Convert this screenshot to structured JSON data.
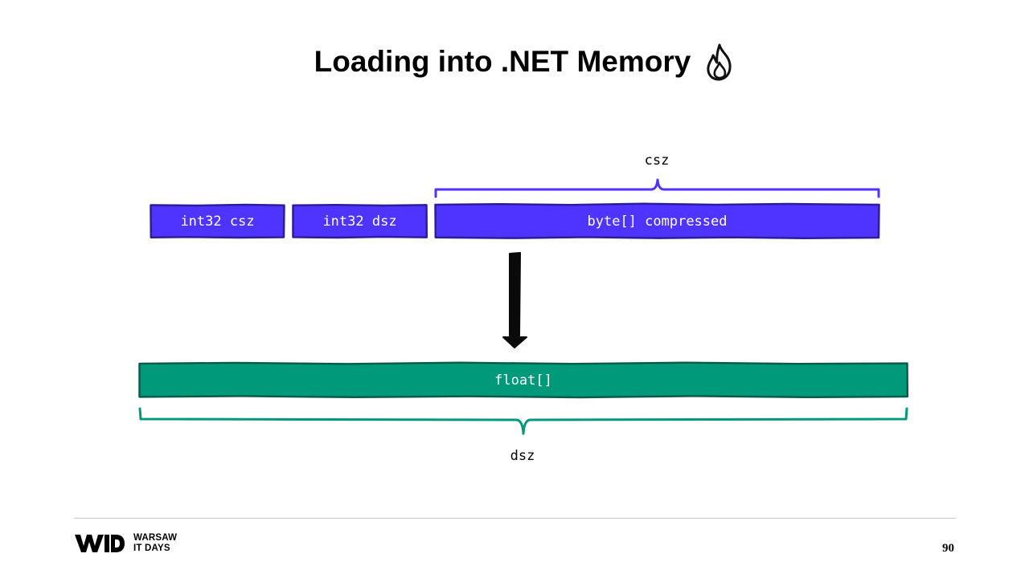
{
  "slide": {
    "title": "Loading into .NET Memory",
    "title_icon": "flame-icon",
    "page_number": "90"
  },
  "diagram": {
    "blocks_top": [
      {
        "label": "int32 csz",
        "color": "#4f33ff"
      },
      {
        "label": "int32 dsz",
        "color": "#4f33ff"
      },
      {
        "label": "byte[] compressed",
        "color": "#4f33ff"
      }
    ],
    "block_bottom": {
      "label": "float[]",
      "color": "#009a7a"
    },
    "brace_top_label": "csz",
    "brace_bottom_label": "dsz",
    "arrow_icon": "down-arrow-icon",
    "outline_color": "#2b1d9e"
  },
  "footer": {
    "logo_line1": "WARSAW",
    "logo_line2": "IT DAYS"
  }
}
